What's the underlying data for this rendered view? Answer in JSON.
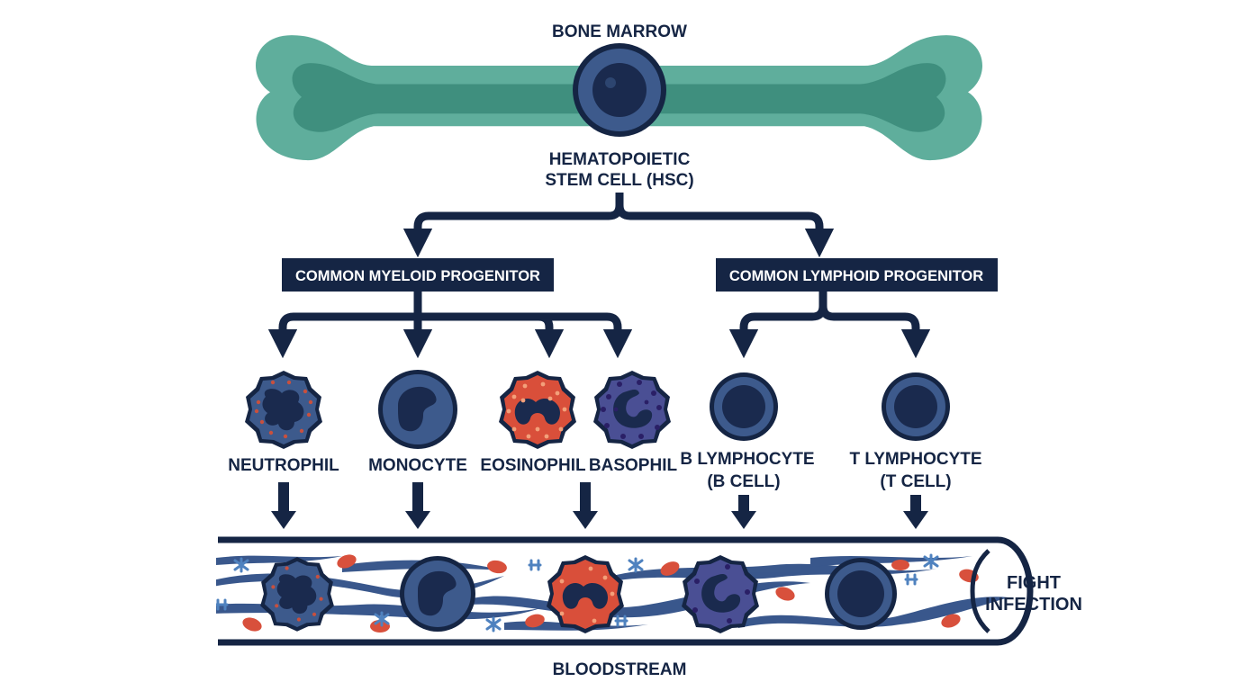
{
  "colors": {
    "navy": "#152544",
    "bone": "#5fae9c",
    "bone_inner": "#3f8f7e",
    "cell_blue": "#3d5a8c",
    "nucleus": "#1a2a4e",
    "eosin": "#d94f3a",
    "dot_red": "#c8503e",
    "dot_purple": "#3a2a7a",
    "rbc": "#d8503c",
    "platelet": "#4f82bf",
    "stream": "#2f4f86"
  },
  "labels": {
    "bone_marrow": "BONE MARROW",
    "hsc_line1": "HEMATOPOIETIC",
    "hsc_line2": "STEM CELL (HSC)",
    "myeloid": "COMMON MYELOID PROGENITOR",
    "lymphoid": "COMMON LYMPHOID PROGENITOR",
    "bloodstream": "BLOODSTREAM",
    "fight_line1": "FIGHT",
    "fight_line2": "INFECTION"
  },
  "cells": [
    {
      "id": "neutrophil",
      "line1": "NEUTROPHIL",
      "line2": ""
    },
    {
      "id": "monocyte",
      "line1": "MONOCYTE",
      "line2": ""
    },
    {
      "id": "eosinophil",
      "line1": "EOSINOPHIL",
      "line2": ""
    },
    {
      "id": "basophil",
      "line1": "BASOPHIL",
      "line2": ""
    },
    {
      "id": "b-lymphocyte",
      "line1": "B LYMPHOCYTE",
      "line2": "(B CELL)"
    },
    {
      "id": "t-lymphocyte",
      "line1": "T LYMPHOCYTE",
      "line2": "(T CELL)"
    }
  ]
}
